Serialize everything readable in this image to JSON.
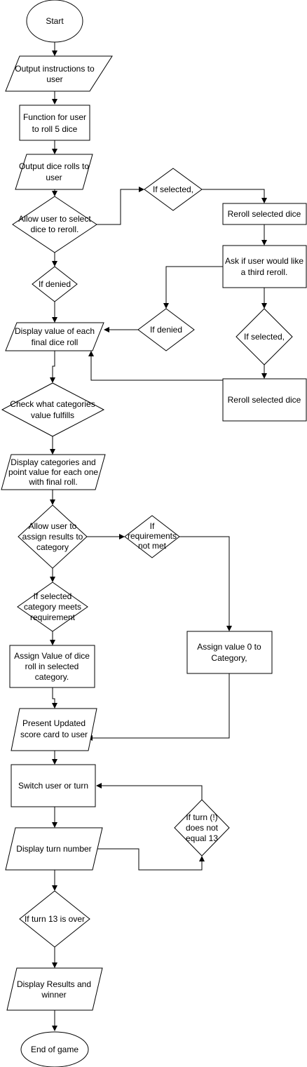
{
  "nodes": {
    "start": "Start",
    "output_instructions": [
      "Output instructions to",
      "user"
    ],
    "roll_function": [
      "Function for user",
      "to roll 5 dice"
    ],
    "output_rolls": [
      "Output dice rolls to",
      "user"
    ],
    "allow_select": [
      "Allow user to select",
      "dice to reroll."
    ],
    "if_selected_1": "If selected,",
    "reroll_1": "Reroll selected dice",
    "ask_third": [
      "Ask if user would like",
      "a third reroll."
    ],
    "if_denied_1": "If denied",
    "if_denied_2": "If denied",
    "if_selected_2": "If selected,",
    "display_final": [
      "Display value of each",
      "final dice roll"
    ],
    "reroll_2": "Reroll selected dice",
    "check_categories": [
      "Check what categories",
      "value fulfills"
    ],
    "display_categories": [
      "Display categories and",
      "point value for each one",
      "with final roll."
    ],
    "assign_category": [
      "Allow user to",
      "assign results to",
      "category"
    ],
    "req_not_met": [
      "If",
      "requirements",
      "not met"
    ],
    "if_meets": [
      "If selected",
      "category meets",
      "requirement"
    ],
    "assign_value": [
      "Assign Value of dice",
      "roll in selected",
      "category."
    ],
    "assign_zero": [
      "Assign value 0 to",
      "Category,"
    ],
    "present_card": [
      "Present Updated",
      "score card to user"
    ],
    "switch_turn": "Switch user or turn",
    "turn_not_13": [
      "If turn  (!)",
      "does not",
      "equal 13"
    ],
    "display_turn": "Display turn number",
    "turn_13_over": "If turn 13 is over",
    "display_results": [
      "Display Results and",
      "winner"
    ],
    "end": "End of game"
  }
}
